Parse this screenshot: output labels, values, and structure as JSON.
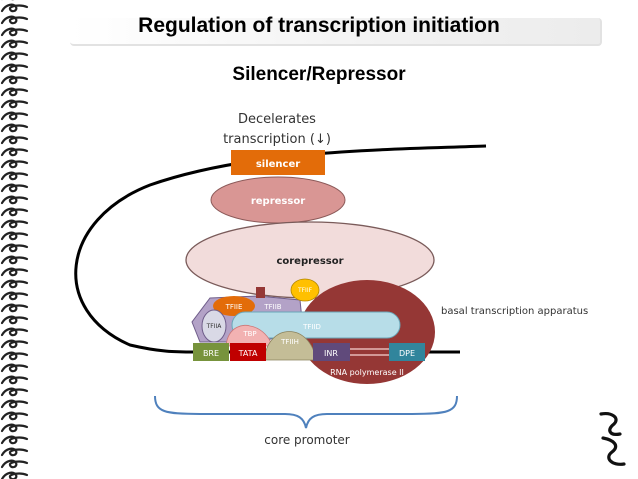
{
  "slide": {
    "title": "Regulation of transcription initiation",
    "subtitle": "Silencer/Repressor"
  },
  "diagram": {
    "effect_line1": "Decelerates",
    "effect_line2": "transcription (↓)",
    "silencer": "silencer",
    "repressor": "repressor",
    "corepressor": "corepressor",
    "tfiie": "TFIIE",
    "tfiib": "TFIIB",
    "tfiif": "TFIIF",
    "tfiia": "TFIIA",
    "tbp": "TBP",
    "tfiid": "TFIID",
    "tfiih": "TFIIH",
    "bre": "BRE",
    "tata": "TATA",
    "inr": "INR",
    "dpe": "DPE",
    "rna_pol": "RNA polymerase II",
    "basal_label": "basal transcription apparatus",
    "core_promoter": "core promoter"
  },
  "colors": {
    "silencer": "#e36c09",
    "repressor": "#d99694",
    "corepressor": "#f2dcdb",
    "rna_pol": "#953735",
    "tfiie": "#e36c09",
    "tfiib": "#b3a2c7",
    "tfiif": "#ffc000",
    "tfiid": "#b7dde8",
    "tfiih": "#c4bd97",
    "bre": "#77933c",
    "tata": "#c00000",
    "inr": "#604a7b",
    "dpe": "#31859c",
    "brace": "#4f81bd"
  }
}
